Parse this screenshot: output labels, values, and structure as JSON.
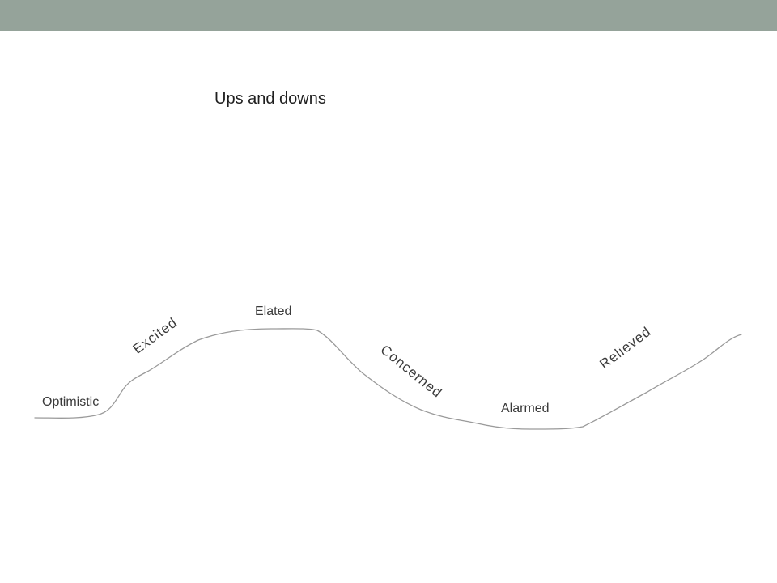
{
  "slide": {
    "title": "Ups and downs",
    "bar_color": "#95a39a",
    "curve_color": "#9a9a9a"
  },
  "curve": {
    "labels": {
      "optimistic": "Optimistic",
      "excited": "Excited",
      "elated": "Elated",
      "concerned": "Concerned",
      "alarmed": "Alarmed",
      "relieved": "Relieved"
    }
  }
}
